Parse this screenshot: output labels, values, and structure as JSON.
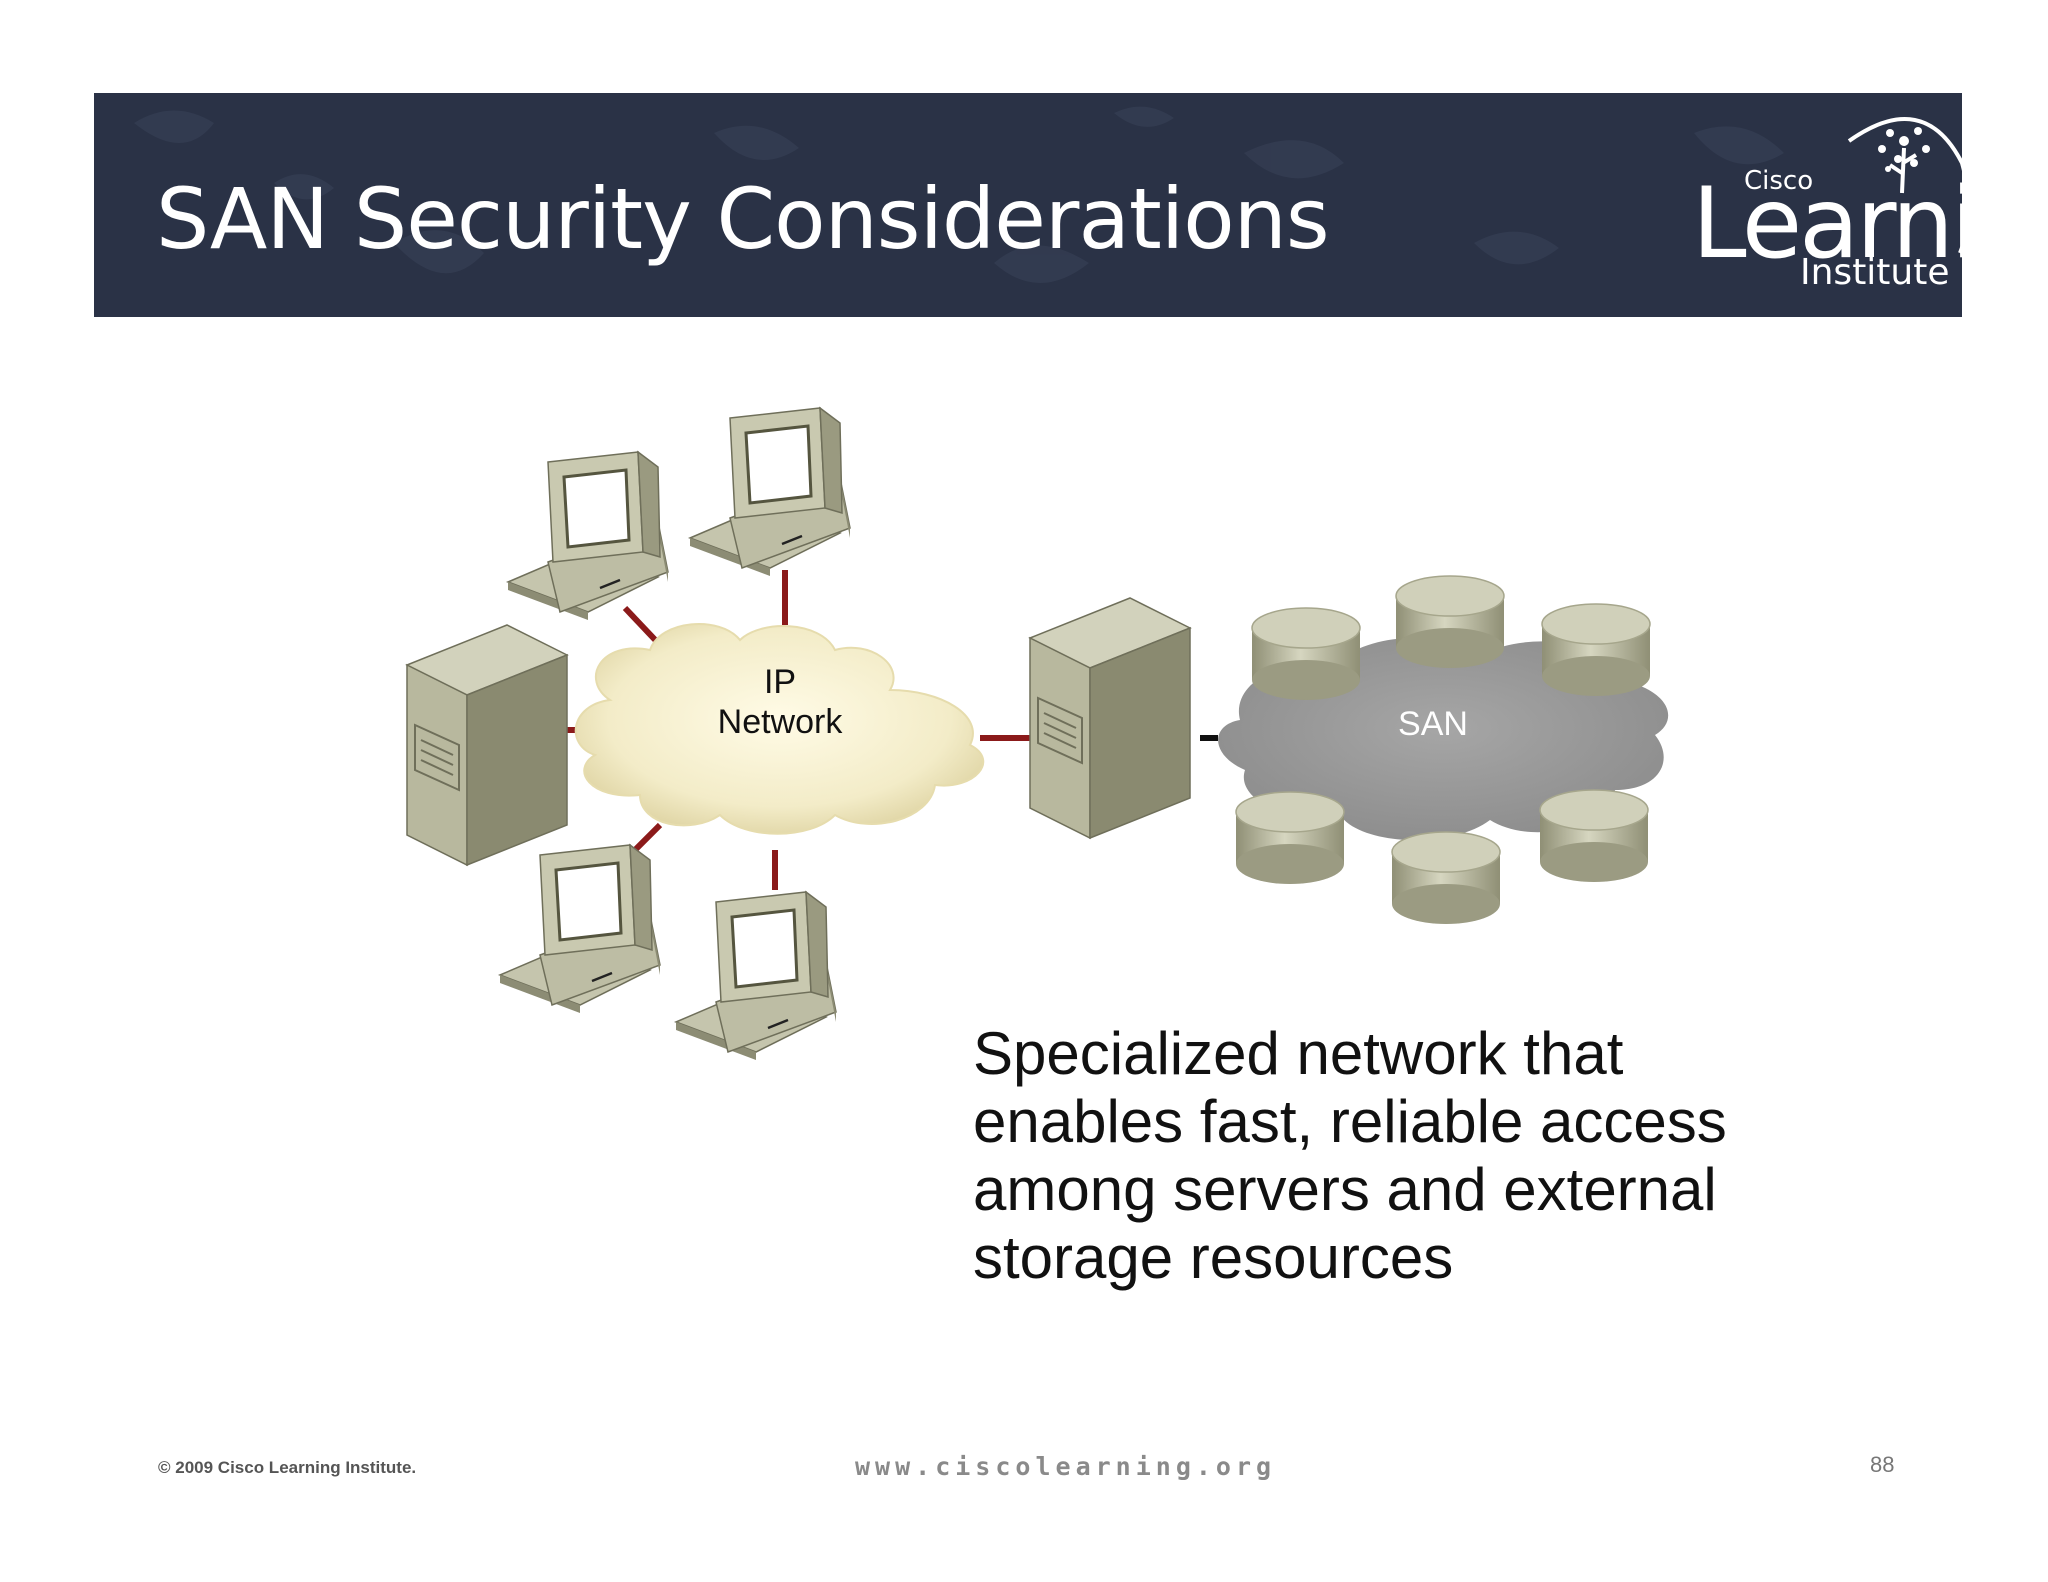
{
  "slide": {
    "title": "SAN Security Considerations",
    "description": "Specialized network that enables fast, reliable access among servers and external storage resources"
  },
  "logo": {
    "small": "Cisco",
    "main": "Learning",
    "sub": "Institute"
  },
  "diagram": {
    "ip_network_label_line1": "IP",
    "ip_network_label_line2": "Network",
    "san_label": "SAN",
    "link_color": "#8b1a1a",
    "device_color": "#c9c9b0",
    "ip_cloud_color": "#f3ecc8",
    "san_cloud_color": "#9a9a9a"
  },
  "footer": {
    "copyright": "© 2009 Cisco Learning Institute.",
    "website": "www.ciscolearning.org",
    "page_number": "88"
  },
  "colors": {
    "header_background": "#2a3246",
    "title_text": "#ffffff"
  }
}
